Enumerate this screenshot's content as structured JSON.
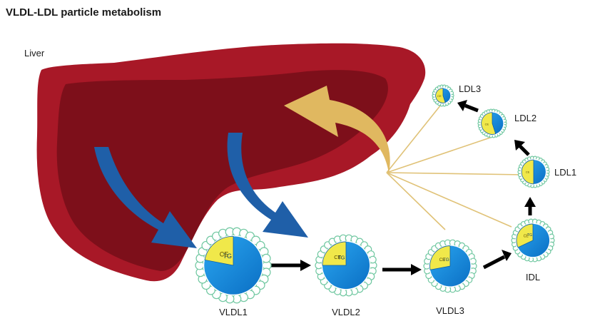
{
  "title": "VLDL-LDL particle metabolism",
  "organ_label": "Liver",
  "particles": [
    {
      "id": "vldl1",
      "label": "VLDL1",
      "inner_label_tg": "TG",
      "inner_label_ce": "CE"
    },
    {
      "id": "vldl2",
      "label": "VLDL2",
      "inner_label_tg": "TG",
      "inner_label_ce": "CE"
    },
    {
      "id": "vldl3",
      "label": "VLDL3",
      "inner_label_tg": "TG",
      "inner_label_ce": "CE"
    },
    {
      "id": "idl",
      "label": "IDL",
      "inner_label_tg": "TG",
      "inner_label_ce": "CE"
    },
    {
      "id": "ldl1",
      "label": "LDL1",
      "inner_label_ce": "CE"
    },
    {
      "id": "ldl2",
      "label": "LDL2",
      "inner_label_ce": "CE"
    },
    {
      "id": "ldl3",
      "label": "LDL3",
      "inner_label_ce": "CE"
    }
  ],
  "colors": {
    "liver_dark": "#7d0f1a",
    "liver_main": "#a81827",
    "secretion_arrow": "#1f5fa8",
    "uptake_arrow": "#e0b860",
    "core_blue": "#1f8fe0",
    "core_yellow": "#f0e84a",
    "shell_green": "#6fc7a0",
    "conversion_arrow": "#000000"
  }
}
